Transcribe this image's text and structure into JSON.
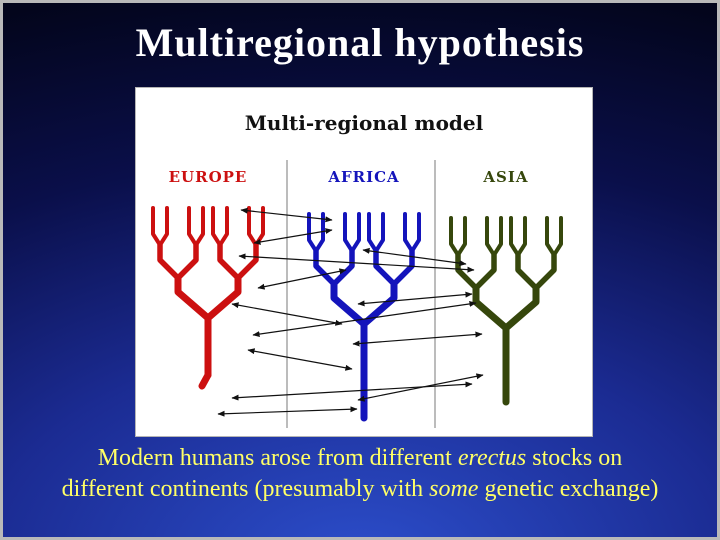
{
  "slide": {
    "title": "Multiregional hypothesis"
  },
  "diagram": {
    "title": "Multi-regional model",
    "arrow_color": "#111111",
    "regions": [
      {
        "label": "EUROPE",
        "color": "#cc1010"
      },
      {
        "label": "AFRICA",
        "color": "#1414bb"
      },
      {
        "label": "ASIA",
        "color": "#36470c"
      }
    ]
  },
  "caption": {
    "line1_pre": "Modern humans arose from different ",
    "line1_italic": "erectus",
    "line1_post": " stocks on",
    "line2_pre": "different continents (presumably with ",
    "line2_italic": "some",
    "line2_post": " genetic exchange)"
  }
}
